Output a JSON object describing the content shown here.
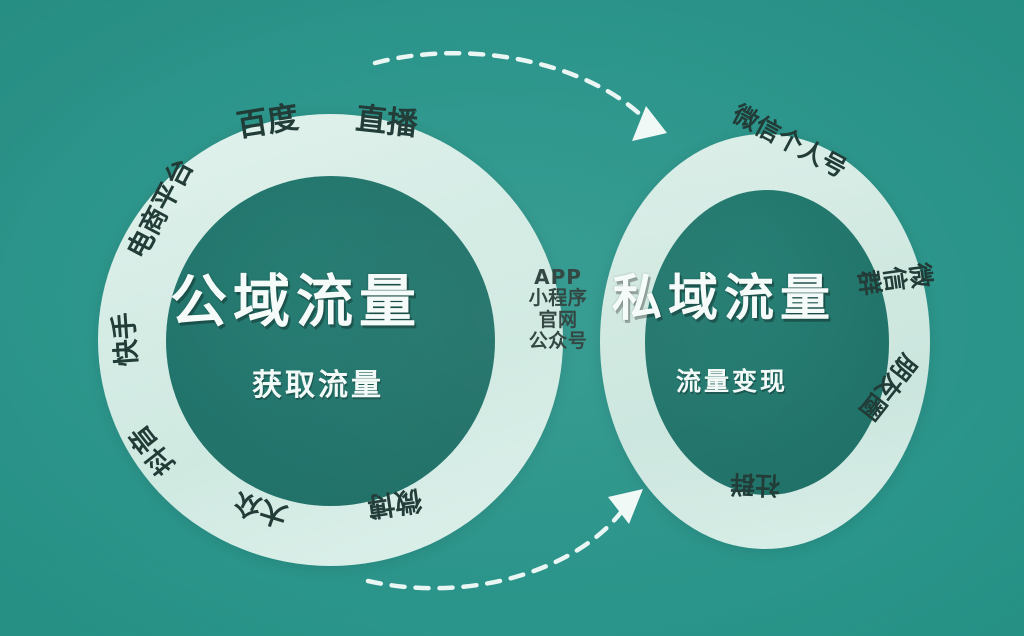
{
  "meta": {
    "title": "公域流量 / 私域流量 流量闭环图",
    "background_color": "#2b948a",
    "ring_color": "#d5ece5",
    "core_color": "#1f7268",
    "label_color": "#203a36",
    "headline_color": "#f4fbf9"
  },
  "left_circle": {
    "headline": "公域流量",
    "subline": "获取流量",
    "ring_labels": [
      {
        "key": "baidu",
        "text": "百度"
      },
      {
        "key": "live",
        "text": "直播"
      },
      {
        "key": "ecom",
        "text": "电商平台"
      },
      {
        "key": "kuaishou",
        "text": "快手"
      },
      {
        "key": "douyin",
        "text": "抖音"
      },
      {
        "key": "dzdp",
        "text": "大众"
      },
      {
        "key": "weibo",
        "text": "微博"
      }
    ]
  },
  "right_circle": {
    "headline": "私域流量",
    "subline": "流量变现",
    "ring_labels": [
      {
        "key": "wxper",
        "text": "微信个人号"
      },
      {
        "key": "wxgrp",
        "text": "微信群"
      },
      {
        "key": "moments",
        "text": "朋友圈"
      },
      {
        "key": "shequn",
        "text": "社群"
      }
    ]
  },
  "middle_overlap": {
    "lines": [
      "APP",
      "小程序",
      "官网",
      "公众号"
    ]
  },
  "arrows": [
    {
      "key": "top-arrow",
      "style": "dashed-curve",
      "direction": "left-to-right",
      "label": ""
    },
    {
      "key": "bottom-arrow",
      "style": "dashed-curve",
      "direction": "left-to-right",
      "label": ""
    }
  ]
}
